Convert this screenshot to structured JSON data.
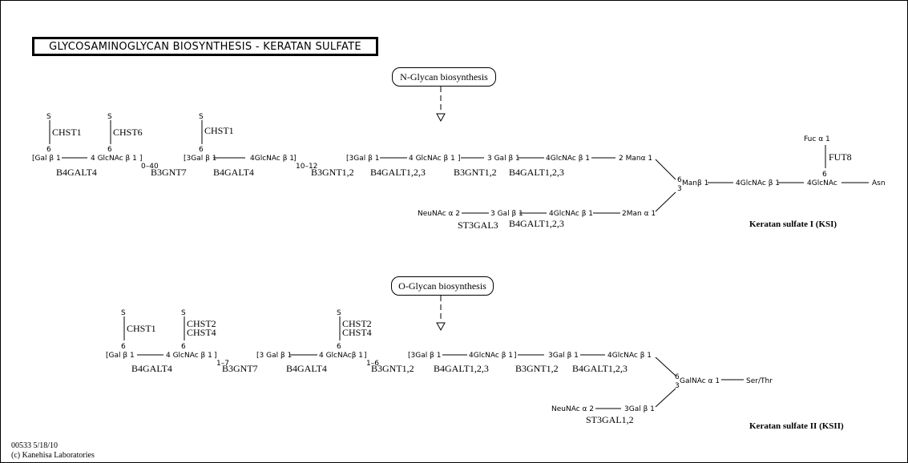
{
  "title": "GLYCOSAMINOGLYCAN  BIOSYNTHESIS - KERATAN  SULFATE",
  "links": {
    "n_glycan": "N-Glycan biosynthesis",
    "o_glycan": "O-Glycan biosynthesis"
  },
  "ks1": {
    "sulfate": [
      "S",
      "S",
      "S"
    ],
    "sulfotransferases": [
      "CHST1",
      "CHST6",
      "CHST1"
    ],
    "positions": [
      "6",
      "6",
      "6"
    ],
    "residues": {
      "r1": "[Gal β 1",
      "r2": "4 GlcNAc β 1",
      "r3": "[3Gal β 1",
      "r4": "4GlcNAc β 1",
      "r5": "[3Gal β 1",
      "r6": "4 GlcNAc β 1",
      "r7": "3 Gal β 1",
      "r8": "4GlcNAc β 1",
      "r9": "2 Manα 1",
      "core1": "Manβ 1",
      "core2": "4GlcNAc β 1",
      "core3": "4GlcNAc",
      "asn": "Asn",
      "fuc": "Fuc α 1",
      "b1": "NeuNAc α 2",
      "b2": "3 Gal β 1",
      "b3": "4GlcNAc β 1",
      "b4": "2Man α 1",
      "c6": "6",
      "c3": "3",
      "f6": "6"
    },
    "brackets": {
      "b1": "]",
      "b2": "]",
      "b3": "]"
    },
    "repeats": {
      "rep1": "0–40",
      "rep2": "10–12"
    },
    "enzymes": {
      "e1": "B4GALT4",
      "e2": "B3GNT7",
      "e3": "B4GALT4",
      "e4": "B3GNT1,2",
      "e5": "B4GALT1,2,3",
      "e6": "B3GNT1,2",
      "e7": "B4GALT1,2,3",
      "e8": "ST3GAL3",
      "e9": "B4GALT1,2,3",
      "fut": "FUT8"
    },
    "label": "Keratan sulfate I (KSI)"
  },
  "ks2": {
    "sulfate": [
      "S",
      "S",
      "S"
    ],
    "sulfotransferases": [
      "CHST1",
      "CHST2",
      "CHST4",
      "CHST2",
      "CHST4"
    ],
    "positions": [
      "6",
      "6",
      "6"
    ],
    "residues": {
      "r1": "[Gal β 1",
      "r2": "4 GlcNAc β 1",
      "r3": "[3 Gal β 1",
      "r4": "4 GlcNAcβ 1",
      "r5": "[3Gal β 1",
      "r6": "4GlcNAc β 1",
      "r7": "3Gal β 1",
      "r8": "4GlcNAc β 1",
      "core": "GalNAc α 1",
      "serthr": "Ser/Thr",
      "b1": "NeuNAc α 2",
      "b2": "3Gal β 1",
      "c6": "6",
      "c3": "3"
    },
    "brackets": {
      "b1": "]",
      "b2": "]",
      "b3": "]"
    },
    "repeats": {
      "rep1": "1–7",
      "rep2": "1–6"
    },
    "enzymes": {
      "e1": "B4GALT4",
      "e2": "B3GNT7",
      "e3": "B4GALT4",
      "e4": "B3GNT1,2",
      "e5": "B4GALT1,2,3",
      "e6": "B3GNT1,2",
      "e7": "B4GALT1,2,3",
      "e8": "ST3GAL1,2"
    },
    "label": "Keratan sulfate II (KSII)"
  },
  "footer": {
    "map_id": "00533 5/18/10",
    "copyright": "(c) Kanehisa Laboratories"
  }
}
